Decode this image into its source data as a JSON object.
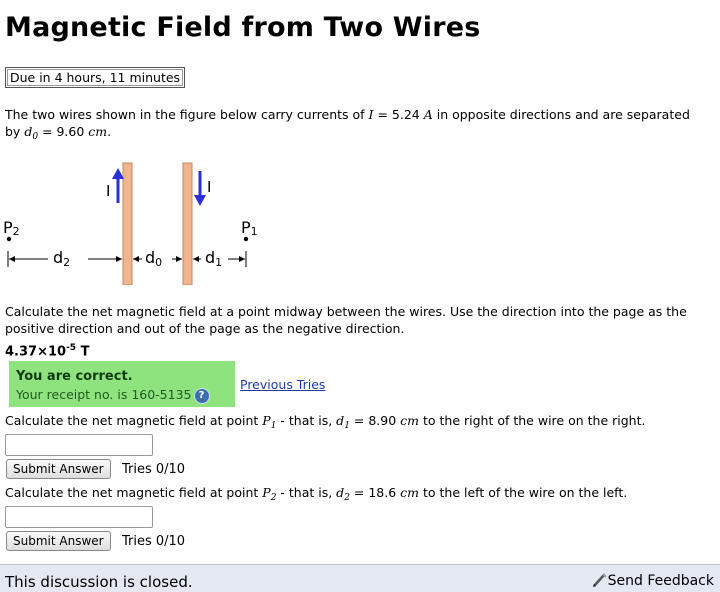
{
  "page": {
    "title": "Magnetic Field from Two Wires",
    "due": "Due in 4 hours, 11 minutes"
  },
  "intro": {
    "part1": "The two wires shown in the figure below carry currents of ",
    "var_I": "I",
    "part2": " = 5.24 ",
    "unit_A": "A",
    "part3": " in opposite directions and are separated by ",
    "var_d": "d",
    "sub_0": "0",
    "part4": " = 9.60 ",
    "unit_cm": "cm",
    "part5": "."
  },
  "figure": {
    "label_I_left": "I",
    "label_I_right": "I",
    "label_P2": "P",
    "label_P2_sub": "2",
    "label_P1": "P",
    "label_P1_sub": "1",
    "label_d2": "d",
    "label_d2_sub": "2",
    "label_d0": "d",
    "label_d0_sub": "0",
    "label_d1": "d",
    "label_d1_sub": "1",
    "colors": {
      "wire": "#eeb58f",
      "wire_edge": "#c98560",
      "arrow": "#2a2fd8"
    }
  },
  "q1": {
    "text": "Calculate the net magnetic field at a point midway between the wires. Use the direction into the page as the positive direction and out of the page as the negative direction.",
    "answer_base": "4.37×10",
    "answer_exp": "-5",
    "answer_unit": " T",
    "correct_title": "You are correct.",
    "receipt": "Your receipt no. is 160-5135",
    "help_icon": "?",
    "previous_tries": "Previous Tries"
  },
  "q2": {
    "part1": "Calculate the net magnetic field at point ",
    "var_P": "P",
    "sub_P": "1",
    "part2": " - that is, ",
    "var_d": "d",
    "sub_d": "1",
    "part3": " = 8.90 ",
    "unit": "cm",
    "part4": " to the right of the wire on the right.",
    "submit_label": "Submit Answer",
    "tries": "Tries 0/10"
  },
  "q3": {
    "part1": "Calculate the net magnetic field at point ",
    "var_P": "P",
    "sub_P": "2",
    "part2": " - that is, ",
    "var_d": "d",
    "sub_d": "2",
    "part3": " = 18.6 ",
    "unit": "cm",
    "part4": " to the left of the wire on the left.",
    "submit_label": "Submit Answer",
    "tries": "Tries 0/10"
  },
  "footer": {
    "closed_text": "This discussion is closed.",
    "feedback_label": "Send Feedback",
    "feedback_icon": "pen-icon"
  }
}
